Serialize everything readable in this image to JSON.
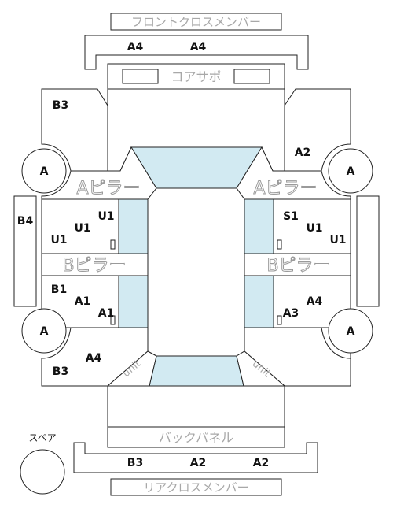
{
  "labels": {
    "front_cross_member": "フロントクロスメンバー",
    "core_support": "コアサポ",
    "a_pillar": "Aピラー",
    "b_pillar": "Bピラー",
    "back_panel": "バックパネル",
    "rear_cross_member": "リアクロスメンバー",
    "spare": "スペア",
    "unit": "unit"
  },
  "codes": {
    "front_member_left": "A4",
    "front_member_right": "A4",
    "front_left_fender": "B3",
    "front_right_fender": "A2",
    "tire_fl": "A",
    "tire_fr": "A",
    "tire_rl": "A",
    "tire_rr": "A",
    "left_step": "B4",
    "left_front_door_upper_right": "U1",
    "left_front_door_mid": "U1",
    "left_front_door_lower_left": "U1",
    "right_front_door_upper_left": "S1",
    "right_front_door_mid": "U1",
    "right_front_door_lower_right": "U1",
    "left_rear_door_upper_left": "B1",
    "left_rear_door_mid": "A1",
    "left_rear_door_lower_right": "A1",
    "right_rear_door_mid": "A4",
    "right_rear_door_lower_left": "A3",
    "rear_left_quarter_upper": "A4",
    "rear_left_quarter_lower": "B3",
    "rear_member_left": "B3",
    "rear_member_mid": "A2",
    "rear_member_right": "A2"
  }
}
